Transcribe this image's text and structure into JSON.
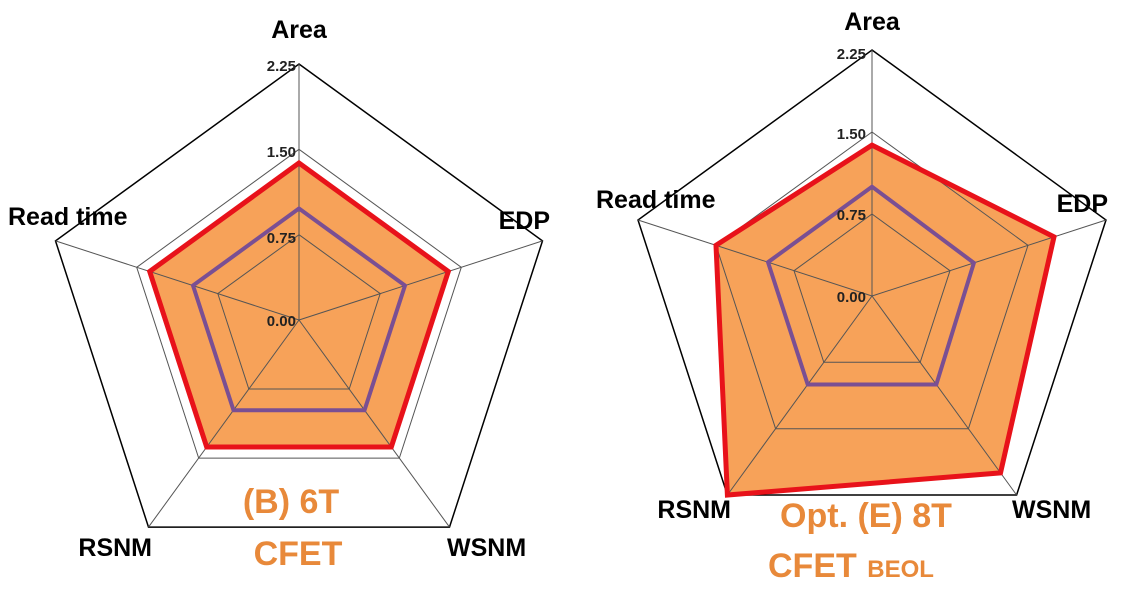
{
  "chart_data": [
    {
      "type": "radar",
      "axes": [
        "Area",
        "EDP",
        "WSNM",
        "RSNM",
        "Read time"
      ],
      "ticks": [
        "0.00",
        "0.75",
        "1.50",
        "2.25"
      ],
      "rmax": 2.25,
      "title_lines": [
        "(B) 6T",
        "CFET"
      ],
      "title_subscript": "",
      "series": [
        {
          "values": [
            1.38,
            1.38,
            1.38,
            1.38,
            1.38
          ],
          "color": "#e8121a",
          "fill": "#f7a259"
        },
        {
          "values": [
            0.98,
            0.98,
            0.98,
            0.98,
            0.98
          ],
          "color": "#7a4f93"
        }
      ]
    },
    {
      "type": "radar",
      "axes": [
        "Area",
        "EDP",
        "WSNM",
        "RSNM",
        "Read time"
      ],
      "ticks": [
        "0.00",
        "0.75",
        "1.50",
        "2.25"
      ],
      "rmax": 2.25,
      "title_lines": [
        "Opt. (E) 8T",
        "CFET"
      ],
      "title_subscript": "BEOL",
      "series": [
        {
          "values": [
            1.38,
            1.75,
            2.0,
            2.25,
            1.5
          ],
          "color": "#e8121a",
          "fill": "#f7a259"
        },
        {
          "values": [
            1.0,
            0.98,
            1.0,
            1.0,
            1.0
          ],
          "color": "#7a4f93"
        }
      ]
    }
  ],
  "colors": {
    "panel_title": "#e8893a",
    "grid": "#000000",
    "inner_grid": "#555555"
  }
}
